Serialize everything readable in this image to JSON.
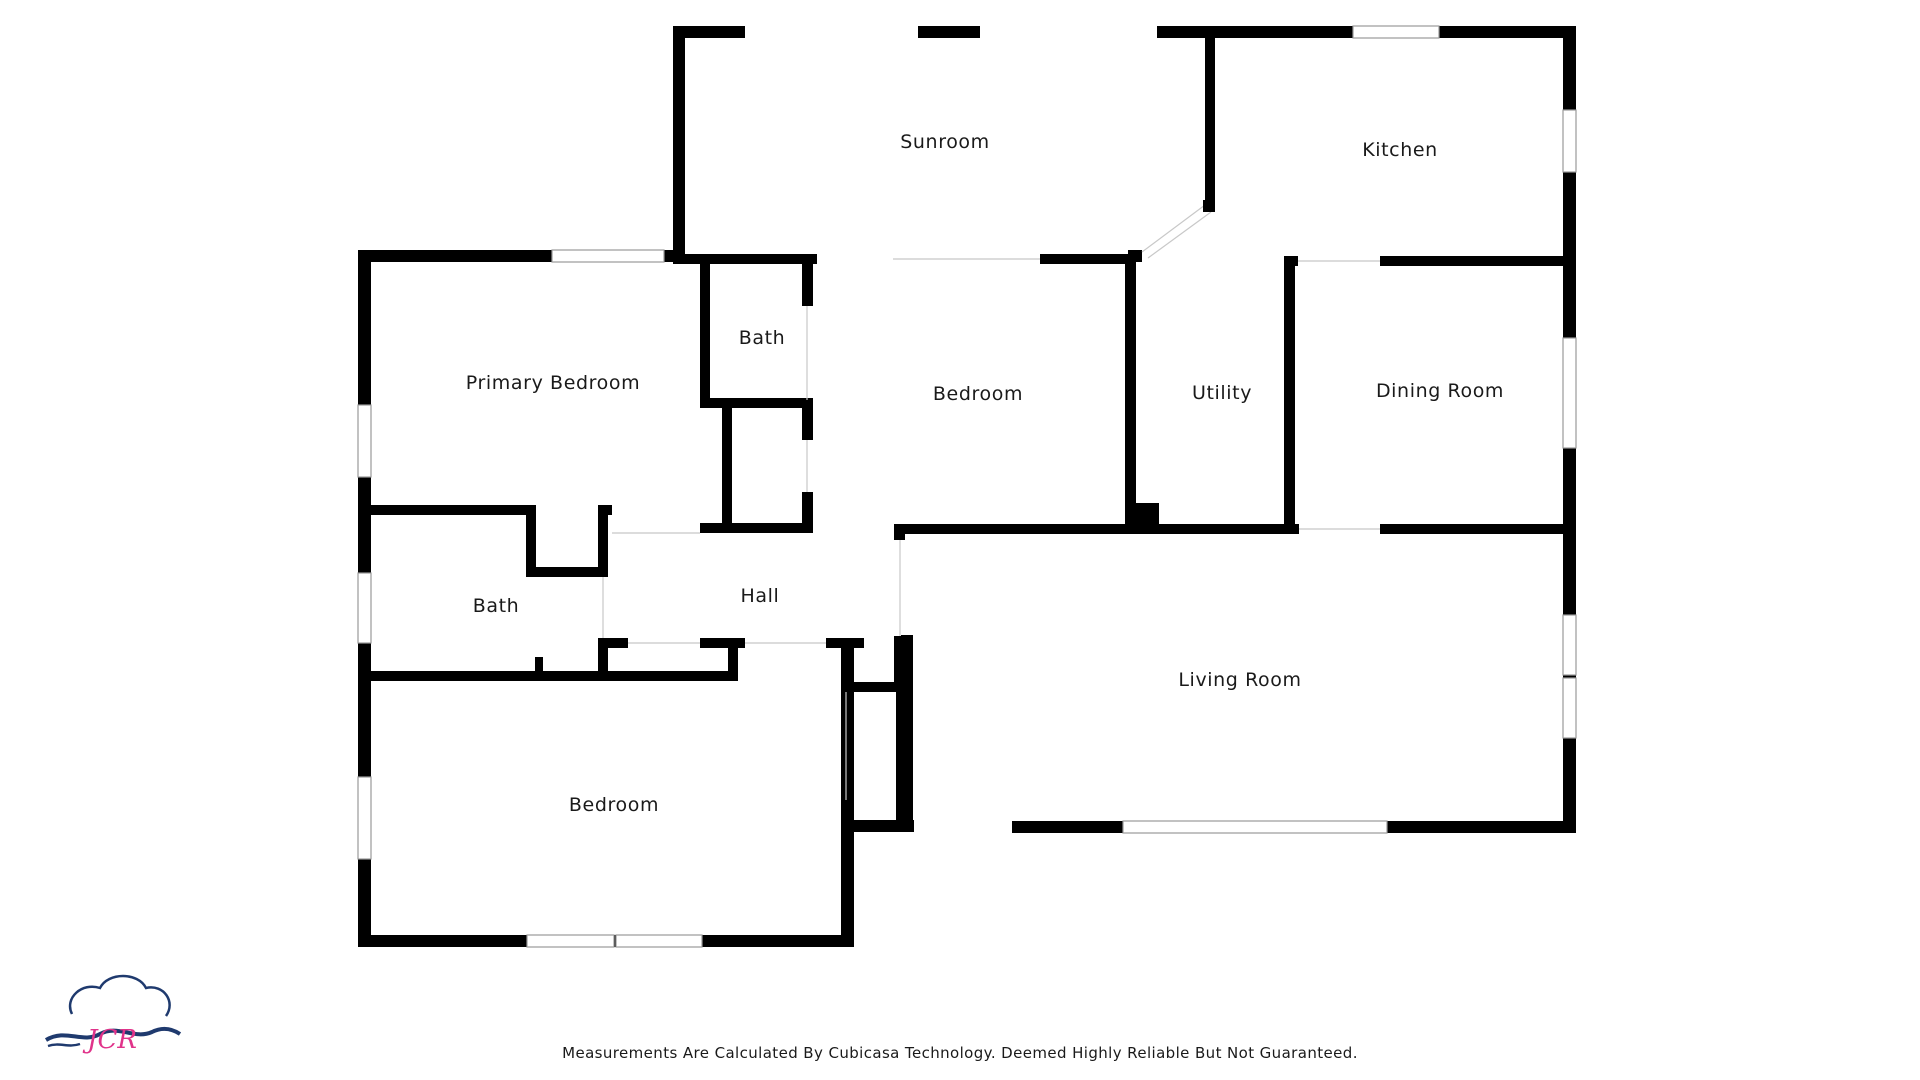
{
  "floor_plan": {
    "rooms": {
      "sunroom": "Sunroom",
      "kitchen": "Kitchen",
      "primary_bedroom": "Primary Bedroom",
      "bath_upper": "Bath",
      "bedroom_middle": "Bedroom",
      "utility": "Utility",
      "dining_room": "Dining Room",
      "bath_left": "Bath",
      "hall": "Hall",
      "living_room": "Living Room",
      "bedroom_lower": "Bedroom"
    }
  },
  "footer": {
    "disclaimer": "Measurements Are Calculated By Cubicasa Technology. Deemed Highly Reliable But Not Guaranteed."
  },
  "logo": {
    "text": "JCR",
    "icon": "cloud-wave-logo-icon",
    "colors": {
      "outline": "#1f3a6e",
      "letters": "#e0338a"
    }
  },
  "colors": {
    "wall": "#000000",
    "background": "#ffffff"
  }
}
